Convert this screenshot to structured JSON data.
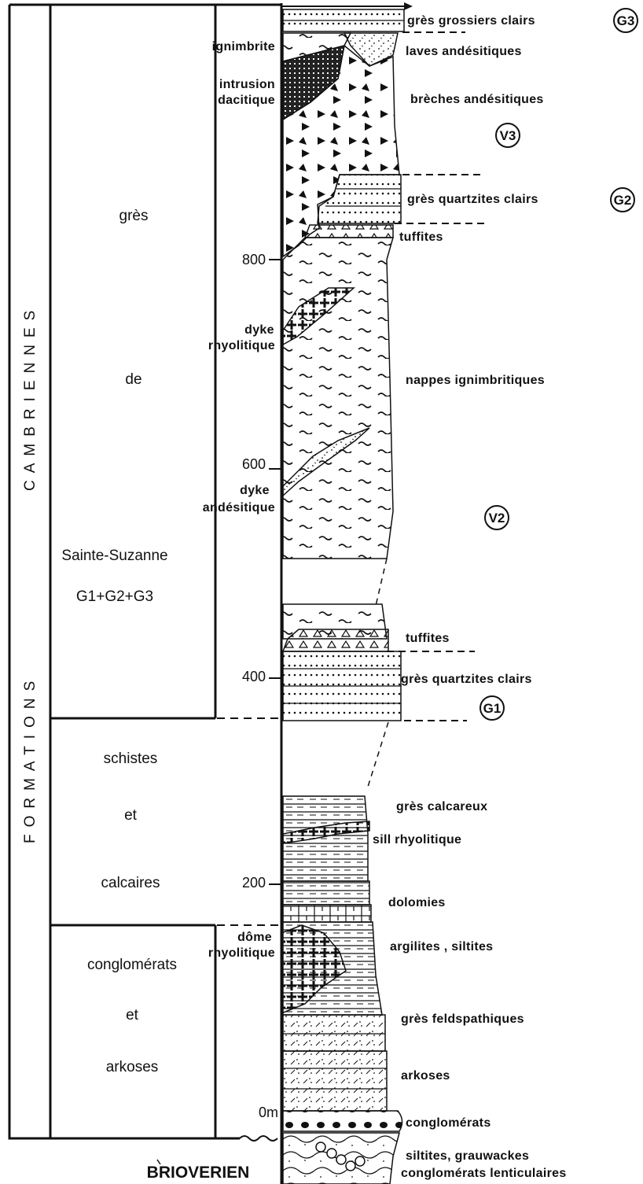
{
  "side_labels": {
    "cambriennes": "CAMBRIENNES",
    "formations": "FORMATIONS"
  },
  "formations": {
    "gres": "grès",
    "de": "de",
    "sainte_suzanne": "Sainte-Suzanne",
    "g_combo": "G1+G2+G3",
    "schistes": "schistes",
    "et1": "et",
    "calcaires": "calcaires",
    "conglomerats": "conglomérats",
    "et2": "et",
    "arkoses": "arkoses",
    "brioverien": "BRIOVERIEN"
  },
  "depth_ticks": [
    "800",
    "600",
    "400",
    "200",
    "0m"
  ],
  "left_labels": {
    "ignimbrite": "ignimbrite",
    "intrusion_1": "intrusion",
    "intrusion_2": "dacitique",
    "dyke_rhyo_1": "dyke",
    "dyke_rhyo_2": "rhyolitique",
    "dyke_and_1": "dyke",
    "dyke_and_2": "andésitique",
    "dome_1": "dôme",
    "dome_2": "rhyolitique"
  },
  "right_labels": {
    "gres_grossiers": "grès grossiers clairs",
    "laves_andesitiques": "laves andésitiques",
    "breches_andesitiques": "brèches andésitiques",
    "gres_quartzites_1": "grès quartzites clairs",
    "tuffites_1": "tuffites",
    "nappes_ignimbritiques": "nappes ignimbritiques",
    "tuffites_2": "tuffites",
    "gres_quartzites_2": "grès quartzites clairs",
    "gres_calcareux": "grès calcareux",
    "sill_rhyolitique": "sill rhyolitique",
    "dolomies": "dolomies",
    "argilites": "argilites , siltites",
    "gres_feldspathiques": "grès feldspathiques",
    "arkoses": "arkoses",
    "conglomerats": "conglomérats",
    "siltites": "siltites, grauwackes",
    "conglomerats_lent": "conglomérats lenticulaires"
  },
  "unit_codes": {
    "g3": "G3",
    "v3": "V3",
    "g2": "G2",
    "v2": "V2",
    "g1": "G1"
  }
}
